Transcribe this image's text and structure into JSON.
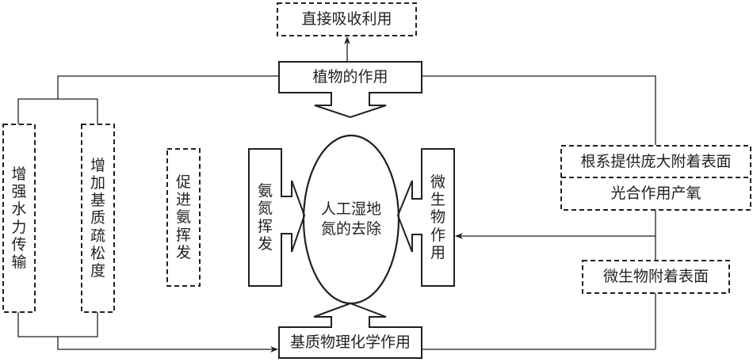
{
  "title": "人工湿地氮的去除机理示意图",
  "center": {
    "label": "人工湿地\n氮的去除",
    "line1": "人工湿地",
    "line2": "氮的去除"
  },
  "top": {
    "plant_box": "植物的作用",
    "direct_uptake": "直接吸收利用"
  },
  "bottom": {
    "substrate_box": "基质物理化学作用"
  },
  "left": {
    "ammonia_volatilization_box": "氨氮挥发",
    "enhance_hydraulic": "增强水力传输",
    "increase_porosity": "增加基质疏松度",
    "promote_volatilization": "促进氨挥发"
  },
  "right": {
    "microbe_box": "微生物作用",
    "root_surface": "根系提供庞大附着表面",
    "photosynthesis_oxygen": "光合作用产氧",
    "microbe_attachment": "微生物附着表面"
  },
  "colors": {
    "stroke": "#231f20",
    "background": "#ffffff"
  }
}
